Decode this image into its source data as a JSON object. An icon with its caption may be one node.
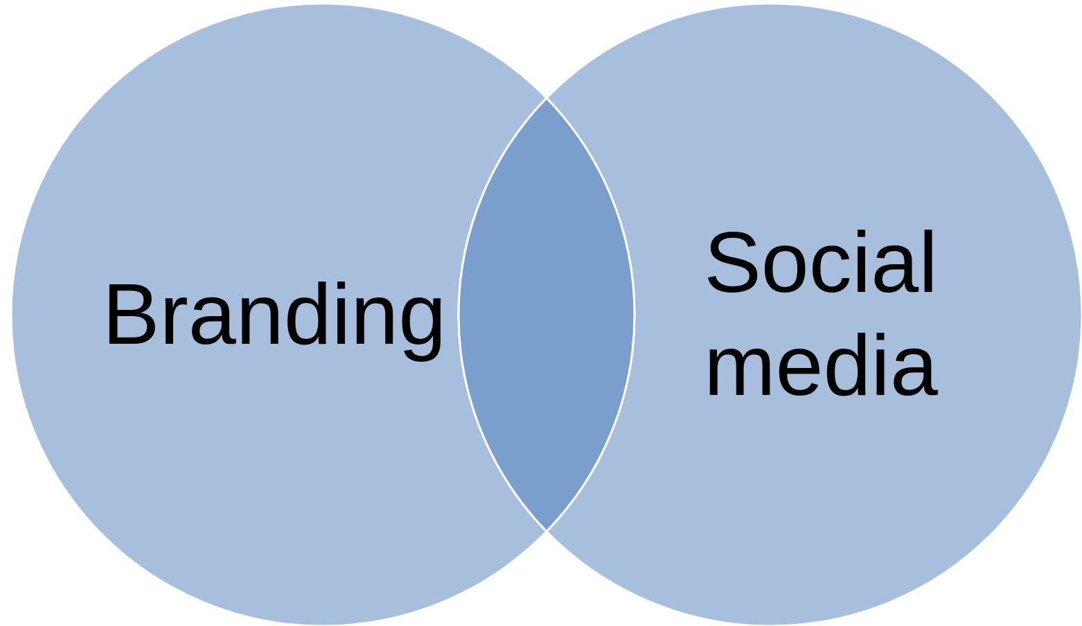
{
  "diagram": {
    "nodes": [
      {
        "text": [
          "Branding"
        ]
      },
      {
        "text": [
          "Social media"
        ]
      },
      {
        "text": [],
        "shape": "lens"
      }
    ]
  }
}
